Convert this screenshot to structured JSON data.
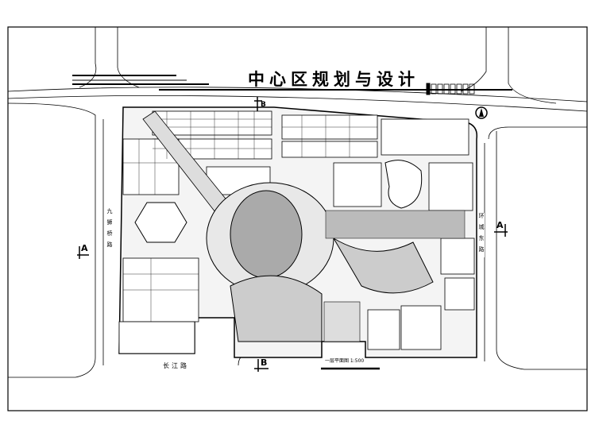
{
  "title": "中心区规划与设计",
  "roads": {
    "bottom": "长江路",
    "left": "九狮桥路",
    "right": "环城东路"
  },
  "caption": "一层平面图  1:500",
  "section_marks": {
    "a_left": "A",
    "a_right": "A",
    "b_top": "B",
    "b_bottom": "B"
  }
}
